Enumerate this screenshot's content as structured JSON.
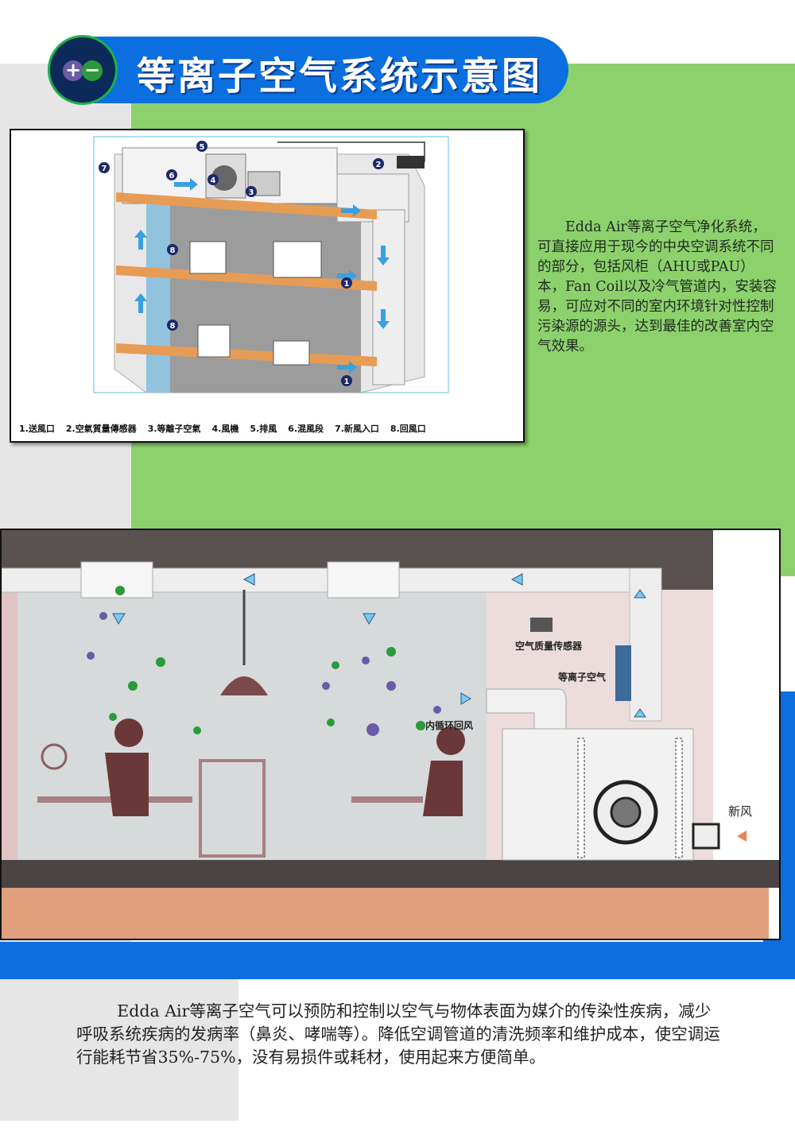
{
  "header": {
    "title": "等离子空气系统示意图",
    "badge": {
      "plus": "+",
      "minus": "−"
    }
  },
  "diagram1": {
    "markers": [
      "1",
      "2",
      "3",
      "4",
      "5",
      "6",
      "7",
      "8"
    ],
    "legend": [
      {
        "num": "1.",
        "label": "送風口"
      },
      {
        "num": "2.",
        "label": "空氣質量傳感器"
      },
      {
        "num": "3.",
        "label": "等離子空氣"
      },
      {
        "num": "4.",
        "label": "風機"
      },
      {
        "num": "5.",
        "label": "排風"
      },
      {
        "num": "6.",
        "label": "混風段"
      },
      {
        "num": "7.",
        "label": "新風入口"
      },
      {
        "num": "8.",
        "label": "回風口"
      }
    ]
  },
  "side_text": "Edda Air等离子空气净化系统，可直接应用于现今的中央空调系统不同的部分，包括风柜（AHU或PAU）本，Fan Coil以及冷气管道内，安装容易，可应对不同的室内环境针对性控制污染源的源头，达到最佳的改善室内空气效果。",
  "diagram2": {
    "labels": {
      "sensor": "空气质量传感器",
      "plasma": "等离子空气",
      "return_air": "内循环回风",
      "fresh_air": "新风"
    }
  },
  "bottom_text": "Edda Air等离子空气可以预防和控制以空气与物体表面为媒介的传染性疾病，减少呼吸系统疾病的发病率（鼻炎、哮喘等）。降低空调管道的清洗频率和维护成本，使空调运行能耗节省35%-75%，没有易损件或耗材，使用起来方便简单。",
  "colors": {
    "blue": "#0b6fe0",
    "green": "#8dd16d",
    "grey": "#e6e6e6",
    "floor": "#e0a07c"
  }
}
